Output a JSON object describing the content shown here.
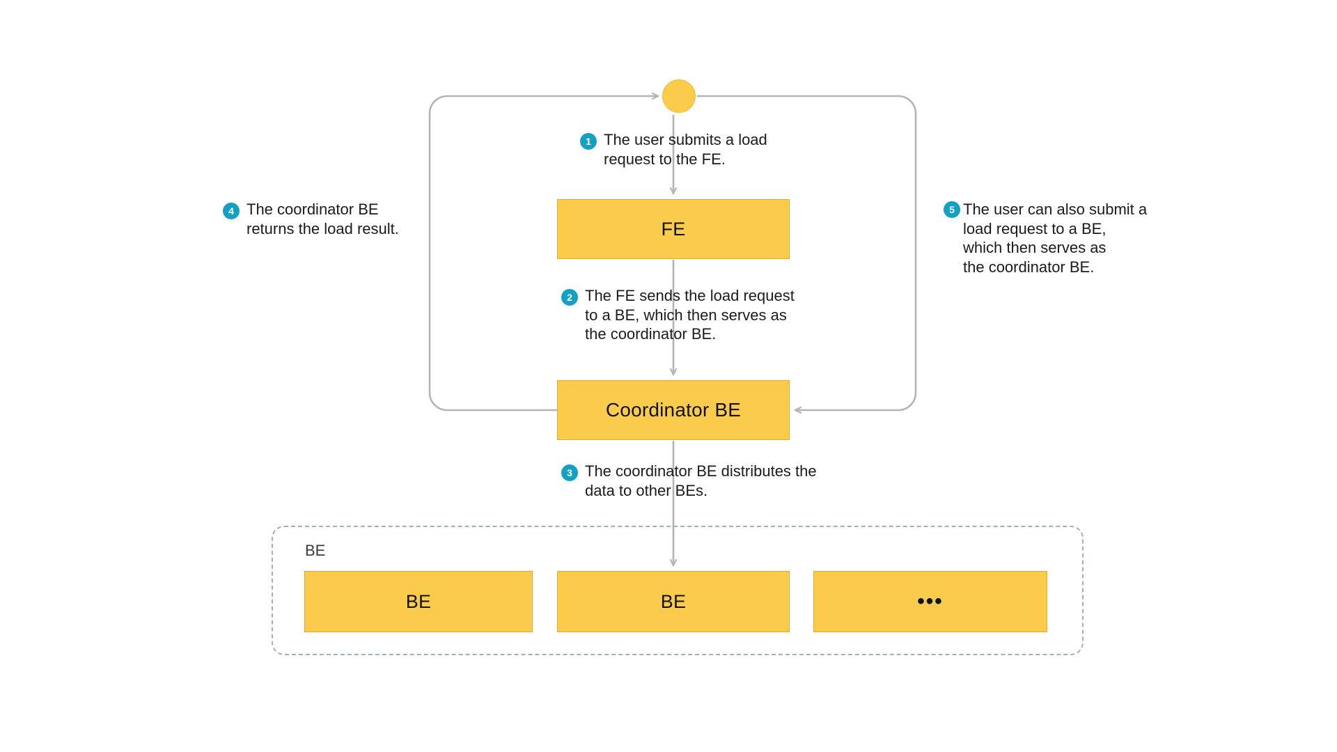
{
  "diagram": {
    "title": "FE / BE load request flow",
    "colors": {
      "node_fill": "#FBCB4C",
      "node_border": "#E0A92C",
      "badge": "#13A0C3",
      "edge": "#B4B4B4",
      "group_border": "#9FB0C2"
    },
    "nodes": {
      "start": {
        "label": "",
        "shape": "circle"
      },
      "fe": {
        "label": "FE"
      },
      "coordinator": {
        "label": "Coordinator BE"
      },
      "be_group_label": "BE",
      "be_1": {
        "label": "BE"
      },
      "be_2": {
        "label": "BE"
      },
      "be_3": {
        "label": "•••"
      }
    },
    "steps": [
      {
        "number": "1",
        "text": "The user submits a load\nrequest to the FE."
      },
      {
        "number": "2",
        "text": "The FE sends the load request\nto a BE, which then serves as\nthe coordinator BE."
      },
      {
        "number": "3",
        "text": "The coordinator BE distributes the\ndata to other BEs."
      },
      {
        "number": "4",
        "text": "The coordinator BE returns the load result."
      },
      {
        "number": "5",
        "text": "The user can also submit a\nload request to a BE,\nwhich then serves as\nthe coordinator BE."
      }
    ]
  }
}
